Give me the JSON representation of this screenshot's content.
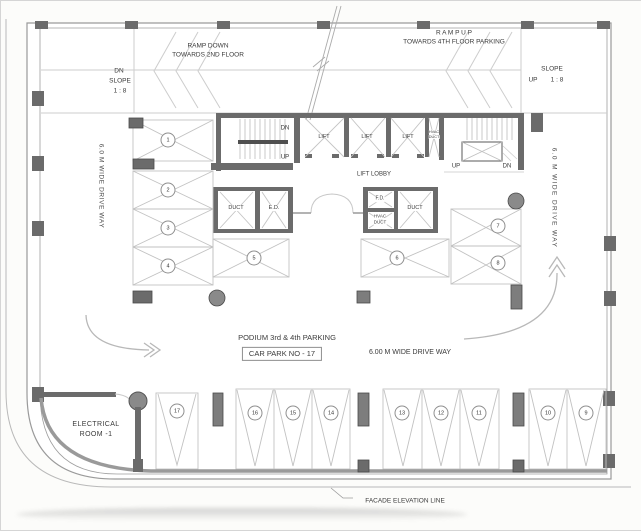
{
  "plan": {
    "ramp_left": {
      "line1": "RAMP DOWN",
      "line2": "TOWARDS 2ND FLOOR"
    },
    "ramp_right": {
      "line1": "R A M P  U P",
      "line2": "TOWARDS 4TH FLOOR PARKING"
    },
    "slope_left": {
      "dn": "DN",
      "slope": "SLOPE",
      "ratio": "1 : 8"
    },
    "slope_right": {
      "slope": "SLOPE",
      "up": "UP",
      "ratio": "1 : 8"
    },
    "driveway_left": "6.0 M WIDE DRIVE WAY",
    "driveway_right": "6.0 M WIDE DRIVE WAY",
    "driveway_bottom": "6.00 M WIDE DRIVE WAY",
    "podium": "PODIUM 3rd & 4th PARKING",
    "car_park_no": "CAR PARK NO - 17",
    "electrical": {
      "line1": "ELECTRICAL",
      "line2": "ROOM -1"
    },
    "facade": "FACADE ELEVATION LINE",
    "core": {
      "stair_left": {
        "dn": "DN",
        "up": "UP"
      },
      "stair_right": {
        "up": "UP",
        "dn": "DN"
      },
      "lift": "LIFT",
      "lift_lobby": "LIFT LOBBY",
      "duct_left": "DUCT",
      "ed": "E.D.",
      "fd": "F.D.",
      "hvac": {
        "line1": "HVAC",
        "line2": "DUCT"
      },
      "duct_right": "DUCT"
    },
    "stalls": [
      "1",
      "2",
      "3",
      "4",
      "5",
      "6",
      "7",
      "8",
      "9",
      "10",
      "11",
      "12",
      "13",
      "14",
      "15",
      "16",
      "17"
    ],
    "colors": {
      "wall": "#6b6b6b",
      "boundary": "#9a9a9a",
      "marking": "#c4c4c4",
      "text": "#3a3a3a"
    }
  }
}
